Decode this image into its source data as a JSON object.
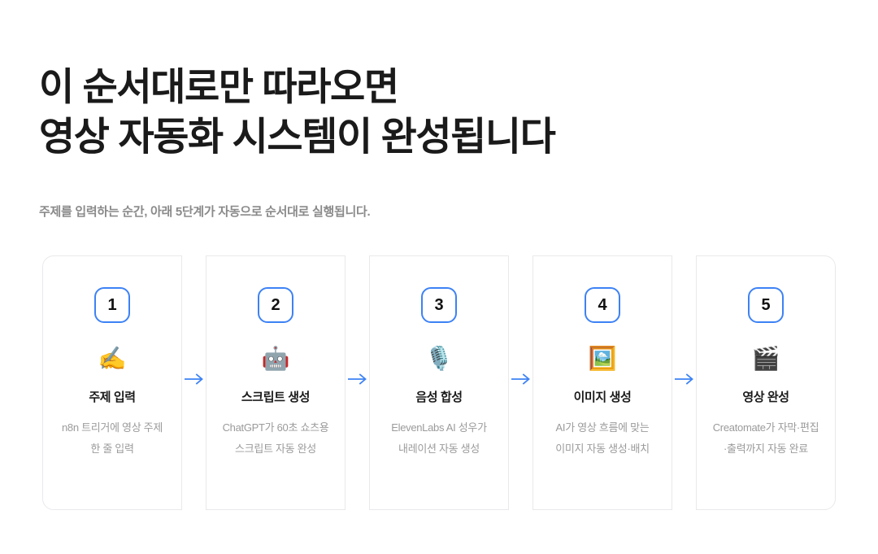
{
  "heading": {
    "line1": "이 순서대로만 따라오면",
    "line2": "영상 자동화 시스템이 완성됩니다"
  },
  "subtitle": "주제를 입력하는 순간, 아래 5단계가 자동으로 순서대로 실행됩니다.",
  "colors": {
    "accent_blue": "#3d82f5",
    "arrow_blue": "#3d82f5",
    "heading_text": "#1a1a1a",
    "subtitle_text": "#8a8a8a",
    "description_text": "#9b9b9b",
    "card_border": "#e9e9eb",
    "card_background": "#ffffff",
    "page_background": "#ffffff"
  },
  "arrow": {
    "glyph": "→",
    "icon_name": "arrow-right-icon"
  },
  "steps": [
    {
      "number": "1",
      "emoji": "✍️",
      "emoji_name": "writing-hand-emoji",
      "title": "주제 입력",
      "description": "n8n 트리거에 영상 주제 한 줄 입력"
    },
    {
      "number": "2",
      "emoji": "🤖",
      "emoji_name": "robot-emoji",
      "title": "스크립트 생성",
      "description": "ChatGPT가 60초 쇼츠용 스크립트 자동 완성"
    },
    {
      "number": "3",
      "emoji": "🎙️",
      "emoji_name": "studio-microphone-emoji",
      "title": "음성 합성",
      "description": "ElevenLabs AI 성우가 내레이션 자동 생성"
    },
    {
      "number": "4",
      "emoji": "🖼️",
      "emoji_name": "framed-picture-emoji",
      "title": "이미지 생성",
      "description": "AI가 영상 흐름에 맞는 이미지 자동 생성·배치"
    },
    {
      "number": "5",
      "emoji": "🎬",
      "emoji_name": "clapper-board-emoji",
      "title": "영상 완성",
      "description": "Creatomate가 자막·편집·출력까지 자동 완료"
    }
  ]
}
